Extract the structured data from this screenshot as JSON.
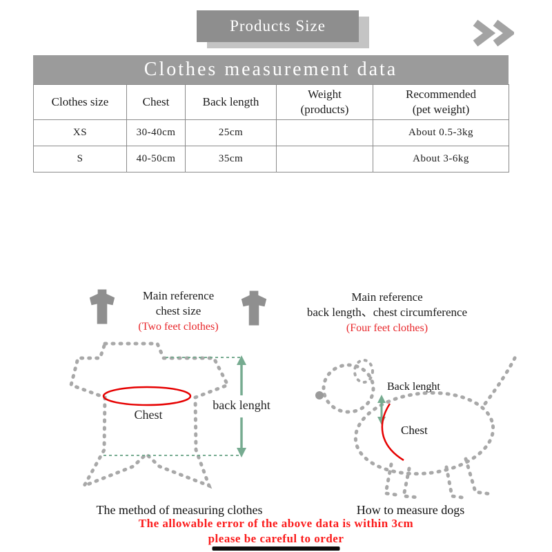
{
  "banner": {
    "label": "Products Size"
  },
  "icons": {
    "chevrons": "double-chevron-right",
    "garment": "pet-clothes-silhouette"
  },
  "table": {
    "title": "Clothes measurement data",
    "headers": {
      "clothes_size": "Clothes size",
      "chest": "Chest",
      "back_length": "Back length",
      "weight_line1": "Weight",
      "weight_line2": "(products)",
      "recommended_line1": "Recommended",
      "recommended_line2": "(pet weight)"
    },
    "rows": [
      {
        "size": "XS",
        "chest": "30-40cm",
        "back_length": "25cm",
        "weight": "",
        "recommended": "About 0.5-3kg"
      },
      {
        "size": "S",
        "chest": "40-50cm",
        "back_length": "35cm",
        "weight": "",
        "recommended": "About 3-6kg"
      }
    ]
  },
  "chart_data": {
    "type": "table",
    "title": "Clothes measurement data",
    "columns": [
      "Clothes size",
      "Chest",
      "Back length",
      "Weight (products)",
      "Recommended (pet weight)"
    ],
    "rows": [
      [
        "XS",
        "30-40cm",
        "25cm",
        "",
        "About 0.5-3kg"
      ],
      [
        "S",
        "40-50cm",
        "35cm",
        "",
        "About 3-6kg"
      ]
    ]
  },
  "diagram_left": {
    "heading_line1": "Main reference",
    "heading_line2": "chest size",
    "heading_line3": "(Two feet clothes)",
    "chest_label": "Chest",
    "back_length_label": "back lenght",
    "caption": "The method of measuring clothes"
  },
  "diagram_right": {
    "heading_line1": "Main reference",
    "heading_line2": "back length、chest circumference",
    "heading_line3": "(Four feet clothes)",
    "back_length_label": "Back lenght",
    "chest_label": "Chest",
    "caption": "How to measure dogs"
  },
  "footer": {
    "warning_line1": "The allowable error of the above data is within 3cm",
    "warning_line2": "please be careful to order"
  },
  "colors": {
    "banner_bg": "#8e8e8e",
    "banner_shadow": "#c4c4c4",
    "table_header_bg": "#9b9b9b",
    "border_gray": "#8a8a8a",
    "outline_gray": "#a8a8a8",
    "arrow_green": "#76ab90",
    "measure_red": "#e60000",
    "warning_red": "#fb1b1b"
  }
}
